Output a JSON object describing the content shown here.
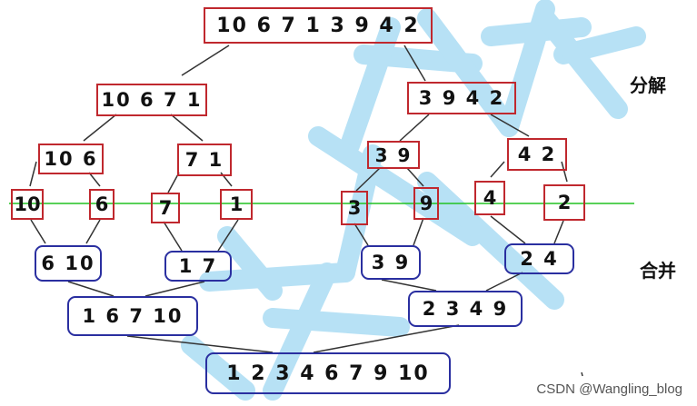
{
  "labels": {
    "split": "分解",
    "merge": "合并"
  },
  "footer": "CSDN @Wangling_blog",
  "colors": {
    "split_border": "#c0282e",
    "merge_border": "#2a2fa0",
    "connector": "#333333",
    "divider": "#22c222",
    "watermark": "#9fd8f2"
  },
  "nodes": {
    "s0": "10 6 7 1 3 9 4 2",
    "s1a": "10 6 7 1",
    "s1b": "3 9 4 2",
    "s2a": "10 6",
    "s2b": "7 1",
    "s2c": "3 9",
    "s2d": "4 2",
    "l1": "10",
    "l2": "6",
    "l3": "7",
    "l4": "1",
    "l5": "3",
    "l6": "9",
    "l7": "4",
    "l8": "2",
    "m1a": "6 10",
    "m1b": "1 7",
    "m1c": "3 9",
    "m1d": "2 4",
    "m2a": "1 6 7 10",
    "m2b": "2 3 4 9",
    "m3": "1 2 3 4 6 7 9 10"
  }
}
